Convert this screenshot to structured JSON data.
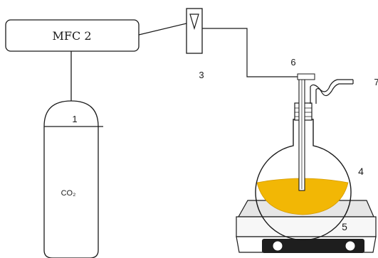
{
  "diagram": {
    "mfc_label": "MFC 2",
    "cylinder_label": "CO₂",
    "flowmeter_symbol": "▽",
    "labels": {
      "n1": "1",
      "n3": "3",
      "n4": "4",
      "n5": "5",
      "n6": "6",
      "n7": "7"
    },
    "colors": {
      "line": "#1a1a1a",
      "liquid": "#f2b705",
      "liquid_edge": "#d49a00",
      "stirrer_top": "#e6e6e6",
      "stirrer_body": "#f7f7f7"
    }
  }
}
